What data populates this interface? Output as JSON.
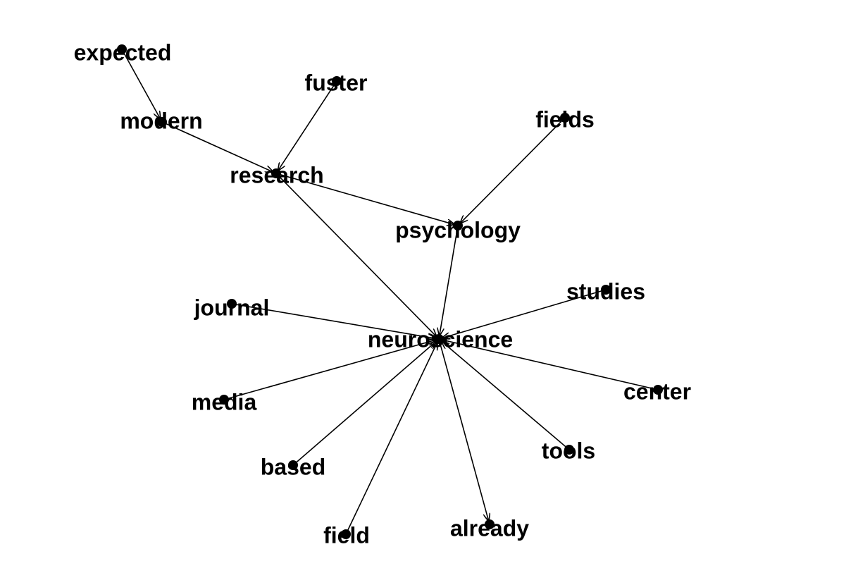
{
  "graph": {
    "directed": true,
    "nodes": [
      {
        "id": "expected",
        "label": "expected"
      },
      {
        "id": "modern",
        "label": "modern"
      },
      {
        "id": "fuster",
        "label": "fuster"
      },
      {
        "id": "fields",
        "label": "fields"
      },
      {
        "id": "research",
        "label": "research"
      },
      {
        "id": "psychology",
        "label": "psychology"
      },
      {
        "id": "studies",
        "label": "studies"
      },
      {
        "id": "journal",
        "label": "journal"
      },
      {
        "id": "neuroscience",
        "label": "neuroscience"
      },
      {
        "id": "media",
        "label": "media"
      },
      {
        "id": "center",
        "label": "center"
      },
      {
        "id": "tools",
        "label": "tools"
      },
      {
        "id": "based",
        "label": "based"
      },
      {
        "id": "field",
        "label": "field"
      },
      {
        "id": "already",
        "label": "already"
      }
    ],
    "edges": [
      {
        "from": "expected",
        "to": "modern"
      },
      {
        "from": "modern",
        "to": "research"
      },
      {
        "from": "fuster",
        "to": "research"
      },
      {
        "from": "research",
        "to": "psychology"
      },
      {
        "from": "fields",
        "to": "psychology"
      },
      {
        "from": "research",
        "to": "neuroscience"
      },
      {
        "from": "psychology",
        "to": "neuroscience"
      },
      {
        "from": "journal",
        "to": "neuroscience"
      },
      {
        "from": "studies",
        "to": "neuroscience"
      },
      {
        "from": "media",
        "to": "neuroscience"
      },
      {
        "from": "center",
        "to": "neuroscience"
      },
      {
        "from": "based",
        "to": "neuroscience"
      },
      {
        "from": "tools",
        "to": "neuroscience"
      },
      {
        "from": "field",
        "to": "neuroscience"
      },
      {
        "from": "neuroscience",
        "to": "already"
      }
    ]
  }
}
